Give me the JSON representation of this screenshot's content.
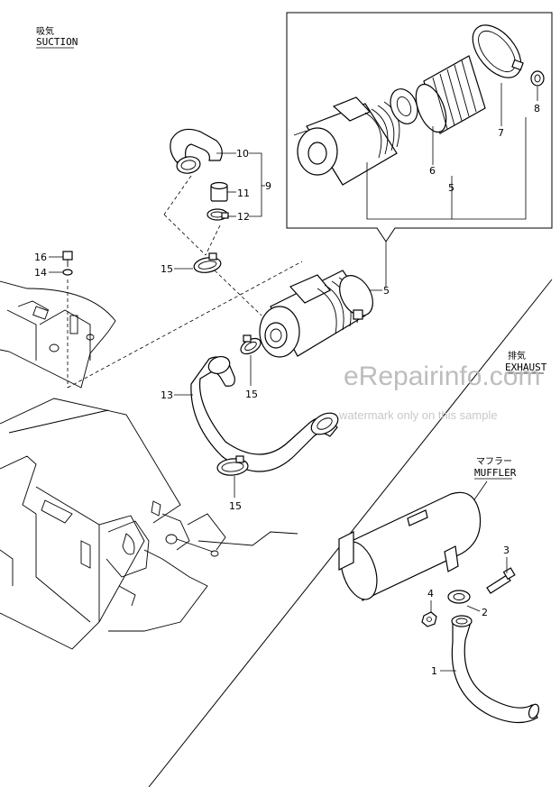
{
  "sections": {
    "suction_jp": "吸気",
    "suction_en": "SUCTION",
    "exhaust_jp": "排気",
    "exhaust_en": "EXHAUST",
    "muffler_jp": "マフラー",
    "muffler_en": "MUFFLER"
  },
  "callouts": {
    "c1": "1",
    "c2": "2",
    "c3": "3",
    "c4": "4",
    "c5_box": "5",
    "c5_main": "5",
    "c6": "6",
    "c7": "7",
    "c8": "8",
    "c9": "9",
    "c10": "10",
    "c11": "11",
    "c12": "12",
    "c13": "13",
    "c14": "14",
    "c15_a": "15",
    "c15_b": "15",
    "c15_c": "15",
    "c16": "16"
  },
  "watermark": {
    "site": "eRepairinfo.com",
    "note": "watermark only on this sample"
  }
}
